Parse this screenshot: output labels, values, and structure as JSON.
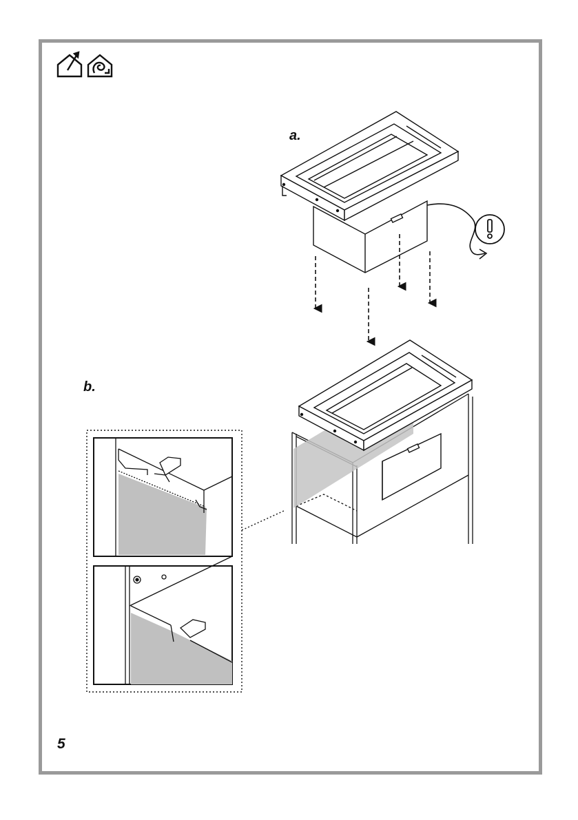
{
  "diagram": {
    "label_a": "a.",
    "label_b": "b.",
    "page_number": "5"
  },
  "icons": [
    "house-install-icon",
    "house-electric-icon",
    "warning-icon"
  ],
  "colors": {
    "frame": "#9a9a9a",
    "line": "#111111",
    "shade": "#c4c4c4"
  }
}
